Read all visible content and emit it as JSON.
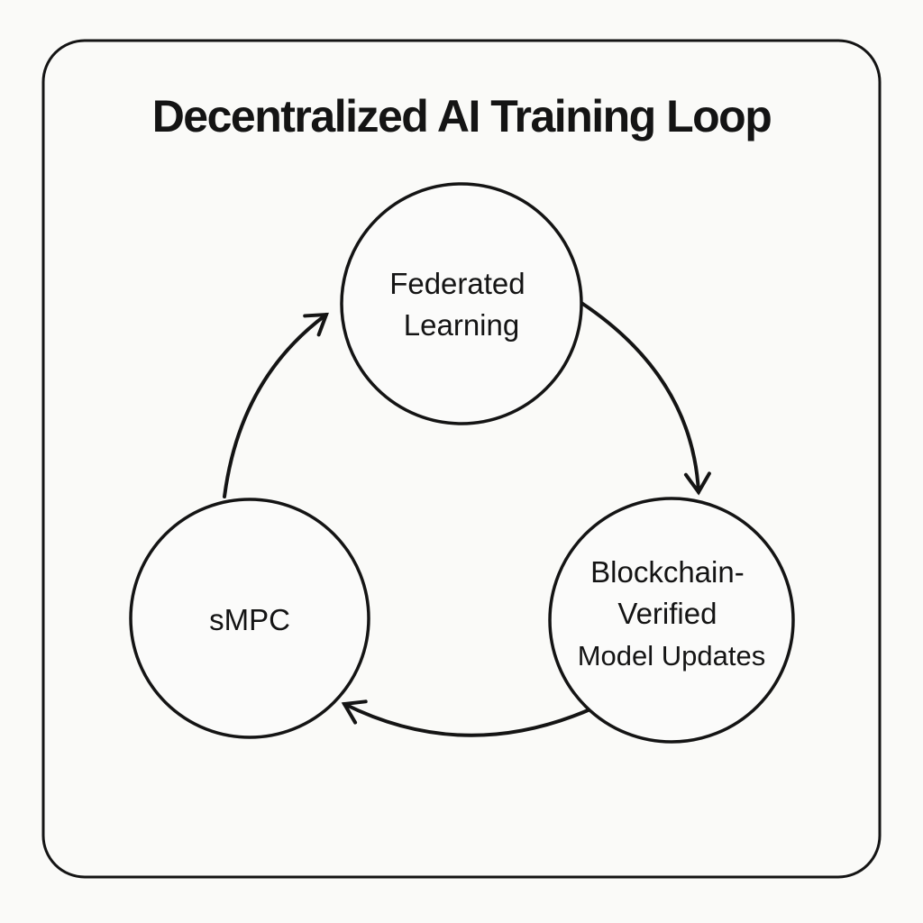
{
  "title": "Decentralized AI Training Loop",
  "diagram": {
    "type": "cycle",
    "nodes": [
      {
        "id": "federated-learning",
        "label": "Federated Learning",
        "lines": [
          "Federated",
          "Learning"
        ]
      },
      {
        "id": "blockchain-verified-model-updates",
        "label": "Blockchain-Verified Model Updates",
        "lines": [
          "Blockchain-",
          "Verified",
          "Model Updates"
        ]
      },
      {
        "id": "smpc",
        "label": "sMPC",
        "lines": [
          "sMPC"
        ]
      }
    ],
    "edges": [
      {
        "from": "federated-learning",
        "to": "blockchain-verified-model-updates"
      },
      {
        "from": "blockchain-verified-model-updates",
        "to": "smpc"
      },
      {
        "from": "smpc",
        "to": "federated-learning"
      }
    ]
  },
  "colors": {
    "background": "#fafaf8",
    "line": "#141414",
    "text": "#141414",
    "node-fill": "#fbfbfa"
  }
}
